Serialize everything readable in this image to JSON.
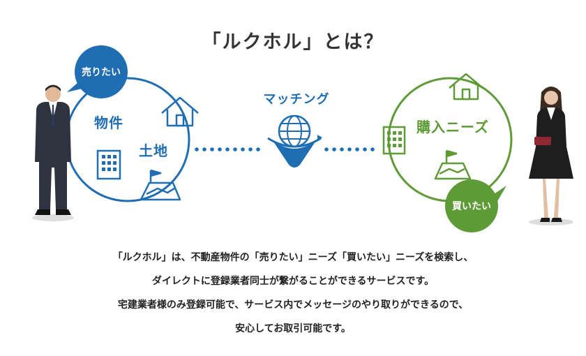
{
  "title": "「ルクホル」とは？",
  "seller": {
    "bubble": "売りたい",
    "items": [
      "物件",
      "土地"
    ]
  },
  "buyer": {
    "bubble": "買いたい",
    "needs": "購入ニーズ"
  },
  "matching_label": "マッチング",
  "description": [
    "「ルクホル」は、不動産物件の「売りたい」ニーズ「買いたい」ニーズを検索し、",
    "ダイレクトに登録業者同士が繋がることができるサービスです。",
    "宅建業者様のみ登録可能で、サービス内でメッセージのやり取りができるので、",
    "安心してお取引可能です。"
  ],
  "colors": {
    "blue": "#1f6eb3",
    "green": "#5e9a36",
    "text": "#222222"
  },
  "icons": [
    "house-icon",
    "building-icon",
    "land-map-icon",
    "globe-funnel-icon",
    "businessman-figure",
    "businesswoman-figure"
  ]
}
